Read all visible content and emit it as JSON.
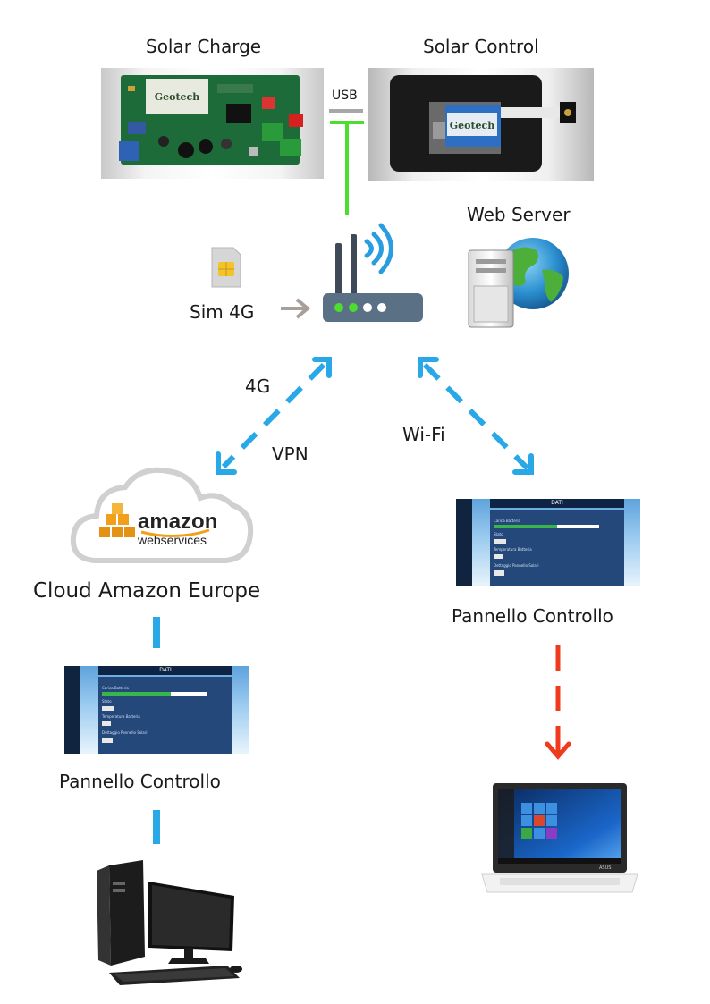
{
  "devices": {
    "solar_charge": {
      "label": "Solar Charge",
      "board_brand": "Geotech"
    },
    "solar_control": {
      "label": "Solar Control",
      "board_brand": "Geotech"
    },
    "usb_label": "USB",
    "web_server_label": "Web Server",
    "sim_label": "Sim 4G"
  },
  "links": {
    "cellular": "4G",
    "vpn": "VPN",
    "wifi": "Wi-Fi"
  },
  "cloud": {
    "logo_text": "amazon",
    "logo_subtext": "webservices",
    "label": "Cloud Amazon Europe"
  },
  "panel_left": {
    "label": "Pannello Controllo",
    "header": "DATI",
    "fields": [
      "Carica Batteria",
      "Stato",
      "Temperatura Batteria",
      "Dettaggio Pannello Solari"
    ],
    "battery_level": 0.65
  },
  "panel_right": {
    "label": "Pannello Controllo",
    "header": "DATI",
    "fields": [
      "Carica Batteria",
      "Stato",
      "Temperatura Batteria",
      "Dettaggio Pannello Solari"
    ],
    "battery_level": 0.6
  },
  "laptop": {
    "brand": "ASUS"
  },
  "colors": {
    "wifi_link": "#29a8e8",
    "usb_link": "#4ddd2e",
    "laptop_link": "#f03a1e",
    "sim_arrow": "#a89f9b",
    "router_body": "#5a7085"
  }
}
